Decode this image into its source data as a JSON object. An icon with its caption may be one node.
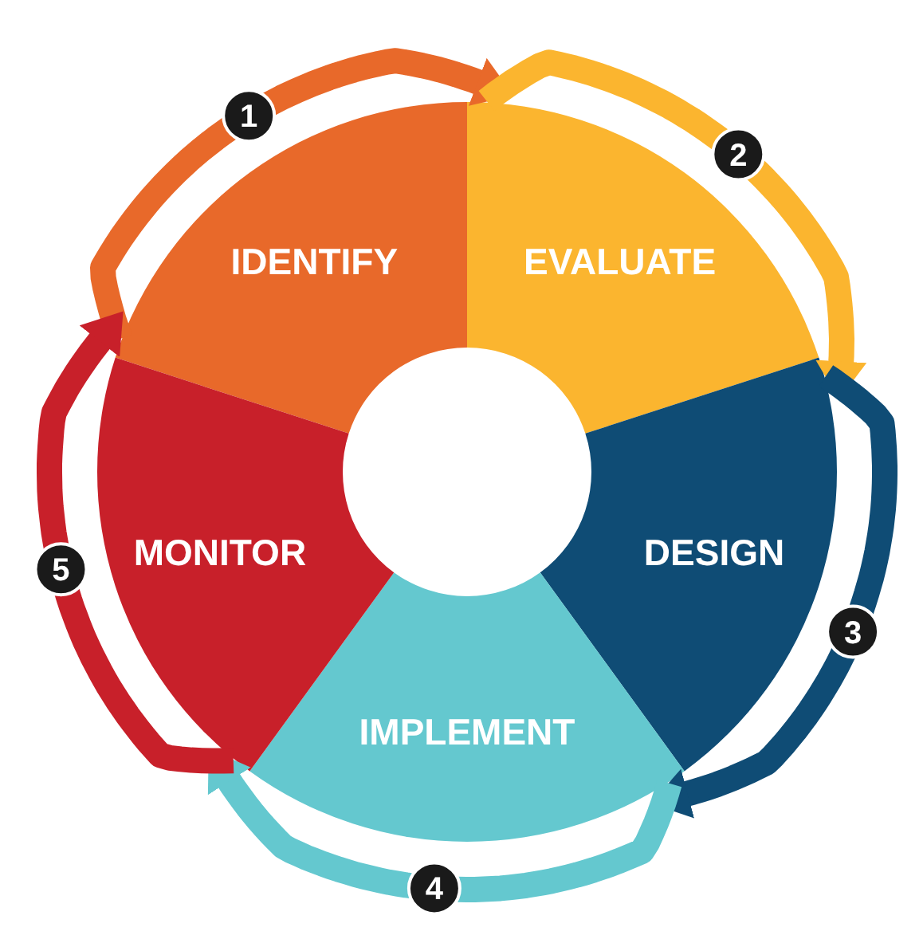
{
  "diagram": {
    "nodes": [
      {
        "text": [
          "IDENTIFY"
        ]
      },
      {
        "text": [
          "EVALUATE"
        ]
      },
      {
        "text": [
          "DESIGN"
        ]
      },
      {
        "text": [
          "IMPLEMENT"
        ]
      },
      {
        "text": [
          "MONITOR"
        ]
      }
    ],
    "edges": [
      {
        "from": 0,
        "to": 1,
        "arrow": "to",
        "label": "1",
        "color": "#e8692a"
      },
      {
        "from": 1,
        "to": 2,
        "arrow": "to",
        "label": "2",
        "color": "#fbb52f"
      },
      {
        "from": 2,
        "to": 3,
        "arrow": "to",
        "label": "3",
        "color": "#0f4c75"
      },
      {
        "from": 3,
        "to": 4,
        "arrow": "to",
        "label": "4",
        "color": "#64c8cf"
      },
      {
        "from": 4,
        "to": 0,
        "arrow": "to",
        "label": "5",
        "color": "#c8202a"
      }
    ]
  }
}
